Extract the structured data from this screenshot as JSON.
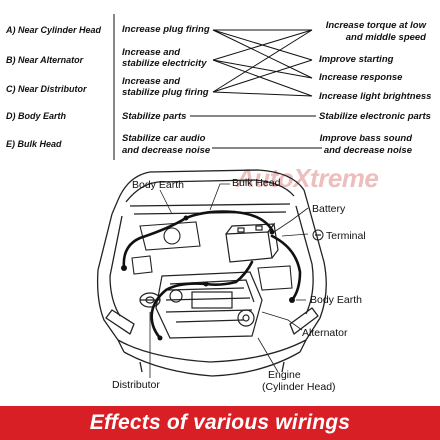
{
  "watermark": "AutoXtreme",
  "positions": [
    "A) Near Cylinder Head",
    "B) Near Alternator",
    "C) Near Distributor",
    "D) Body Earth",
    "E) Bulk Head"
  ],
  "actions": [
    "Increase plug firing",
    "Increase and",
    "stabilize electricity",
    "Increase and",
    "stabilize plug firing",
    "Stabilize parts",
    "Stabilize car audio",
    "and decrease noise"
  ],
  "effects": [
    "Increase torque at low",
    "and middle speed",
    "Improve starting",
    "Increase response",
    "Increase light brightness",
    "Stabilize electronic parts",
    "Improve bass sound",
    "and decrease noise"
  ],
  "labels": {
    "body_earth_top": "Body Earth",
    "bulk_head": "Bulk Head",
    "battery": "Battery",
    "terminal": "Terminal",
    "body_earth_right": "Body Earth",
    "alternator": "Alternator",
    "engine": "Engine",
    "cylinder_head": "(Cylinder Head)",
    "distributor": "Distributor"
  },
  "banner": "Effects of various wirings",
  "colors": {
    "banner": "#d91f26",
    "watermark": "#e7a9a9"
  }
}
